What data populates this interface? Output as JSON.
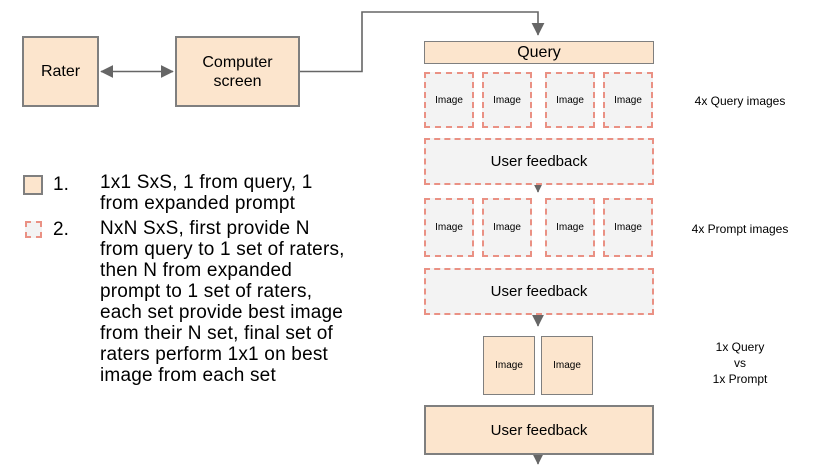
{
  "colors": {
    "box_fill_peach": "#fce5cd",
    "box_border_gray": "#7f7f7f",
    "dashed_fill_gray": "#f3f3f3",
    "dashed_border_salmon": "#ea9184",
    "connector_gray": "#666666"
  },
  "nodes": {
    "rater": "Rater",
    "computer_screen": "Computer screen"
  },
  "flow": {
    "query": "Query",
    "image": "Image",
    "user_feedback": "User feedback"
  },
  "side_labels": {
    "query_images": "4x Query images",
    "prompt_images": "4x Prompt images",
    "pair": [
      "1x Query",
      "vs",
      "1x Prompt"
    ]
  },
  "legend": {
    "items": [
      {
        "number": "1.",
        "swatch": "solid-peach",
        "lines": [
          "1x1 SxS, 1 from query, 1",
          "from expanded prompt"
        ]
      },
      {
        "number": "2.",
        "swatch": "dashed-gray",
        "lines": [
          "NxN SxS, first provide N",
          "from query to 1 set of raters,",
          "then N from expanded",
          "prompt to 1 set of raters,",
          "each set provide best image",
          "from their N set, final set of",
          "raters perform 1x1 on best",
          "image from each set"
        ]
      }
    ]
  }
}
